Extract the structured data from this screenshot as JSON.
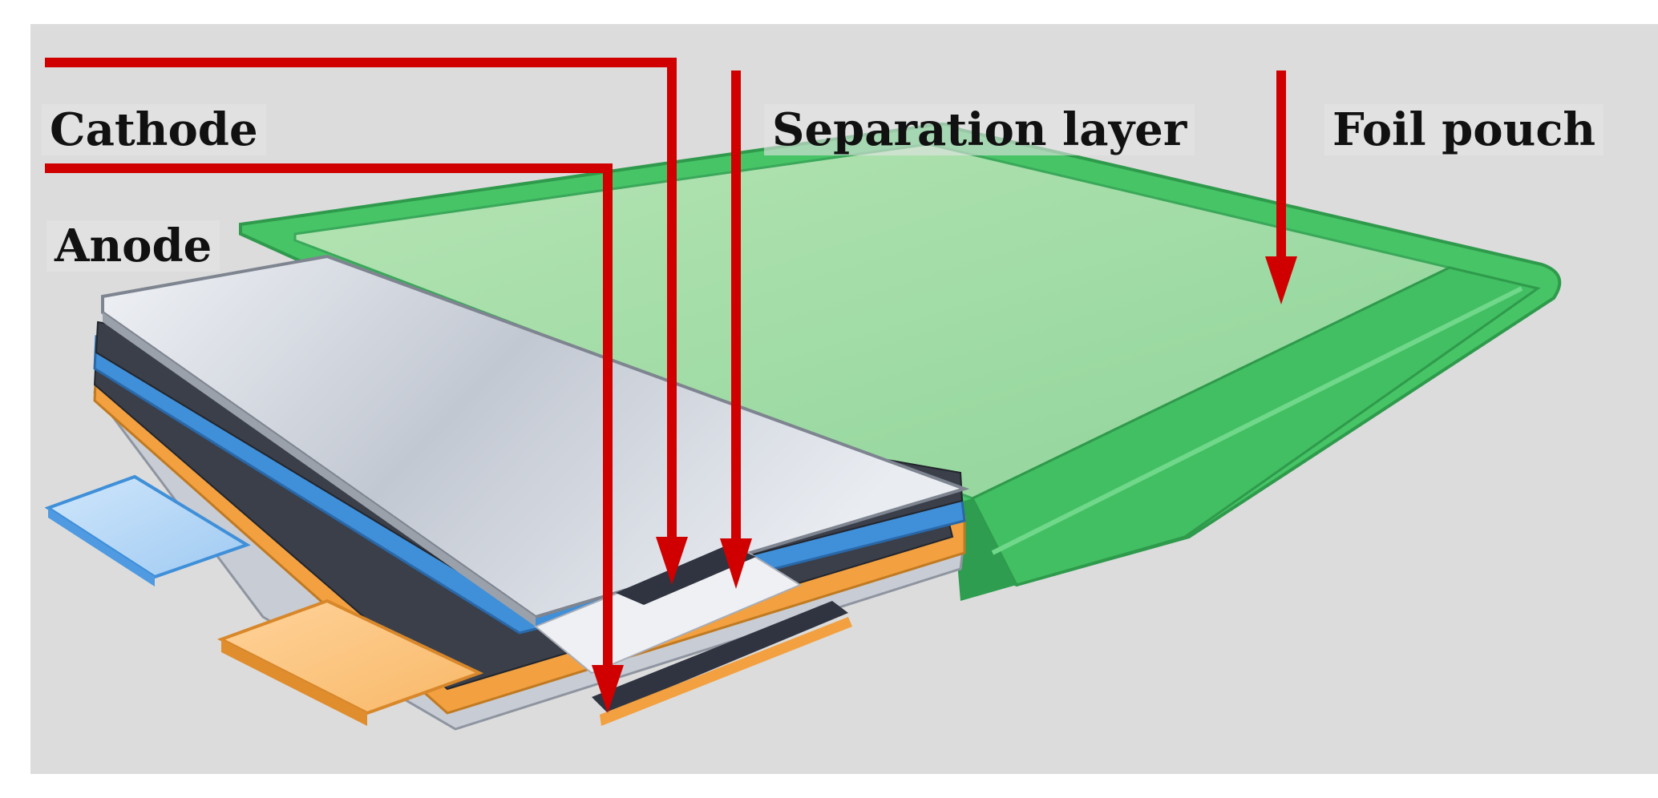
{
  "labels": {
    "cathode": "Cathode",
    "anode": "Anode",
    "separation_layer": "Separation layer",
    "foil_pouch": "Foil pouch"
  },
  "colors": {
    "background": "#dcdcdc",
    "pouch_green": "#3dbf5f",
    "pouch_light": "#a6dca8",
    "arrow_red": "#d00000",
    "cathode_blue": "#3f8fd9",
    "anode_orange": "#f2a040",
    "separator_dark": "#3a3f4a",
    "foil_silver": "#cfd5df"
  }
}
